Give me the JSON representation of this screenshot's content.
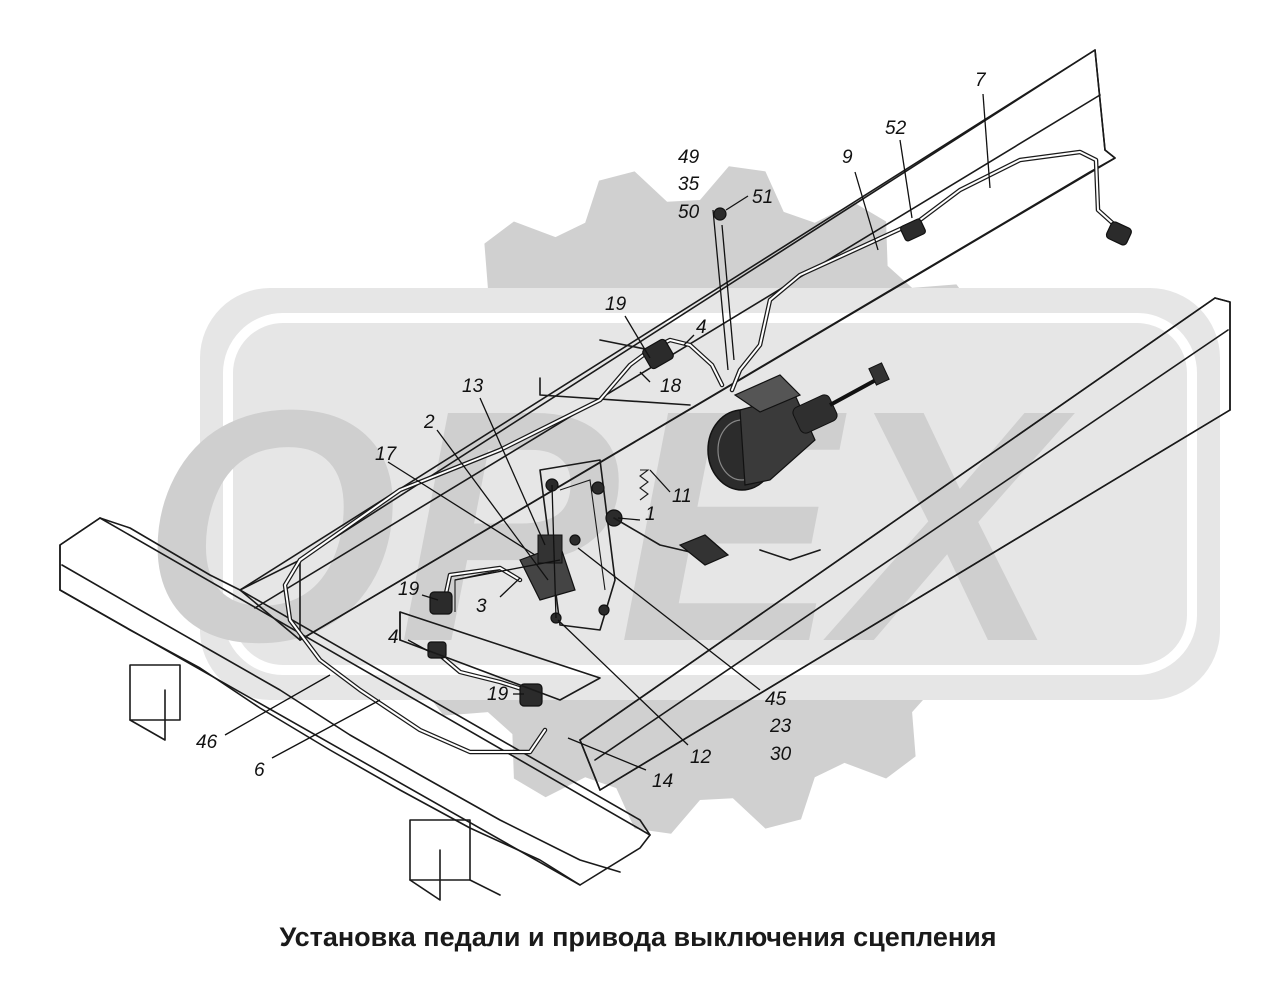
{
  "caption": "Установка педали и привода выключения сцепления",
  "watermark": {
    "text": "OPEX",
    "gear_color": "#d0d0d0",
    "plate_color": "#e6e6e6",
    "letter_color": "#cfcfcf"
  },
  "part_labels": [
    {
      "id": "p49",
      "text": "49"
    },
    {
      "id": "p35",
      "text": "35"
    },
    {
      "id": "p50",
      "text": "50"
    },
    {
      "id": "p51",
      "text": "51"
    },
    {
      "id": "p9",
      "text": "9"
    },
    {
      "id": "p52",
      "text": "52"
    },
    {
      "id": "p7",
      "text": "7"
    },
    {
      "id": "p19a",
      "text": "19"
    },
    {
      "id": "p4a",
      "text": "4"
    },
    {
      "id": "p18",
      "text": "18"
    },
    {
      "id": "p13",
      "text": "13"
    },
    {
      "id": "p2",
      "text": "2"
    },
    {
      "id": "p17",
      "text": "17"
    },
    {
      "id": "p11",
      "text": "11"
    },
    {
      "id": "p1",
      "text": "1"
    },
    {
      "id": "p19b",
      "text": "19"
    },
    {
      "id": "p3",
      "text": "3"
    },
    {
      "id": "p4b",
      "text": "4"
    },
    {
      "id": "p19c",
      "text": "19"
    },
    {
      "id": "p45",
      "text": "45"
    },
    {
      "id": "p23",
      "text": "23"
    },
    {
      "id": "p30",
      "text": "30"
    },
    {
      "id": "p46",
      "text": "46"
    },
    {
      "id": "p6",
      "text": "6"
    },
    {
      "id": "p12",
      "text": "12"
    },
    {
      "id": "p14",
      "text": "14"
    }
  ]
}
